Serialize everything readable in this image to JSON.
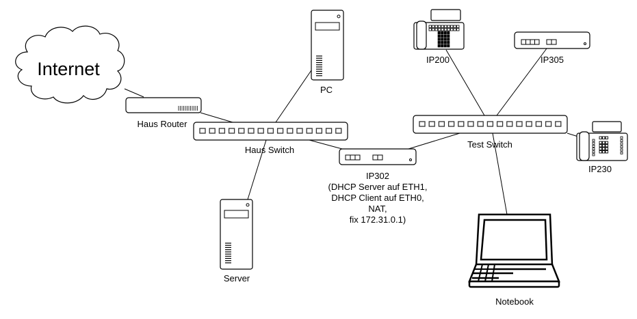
{
  "diagram": {
    "type": "network-topology",
    "nodes": {
      "internet": {
        "label": "Internet",
        "kind": "cloud"
      },
      "haus_router": {
        "label": "Haus Router",
        "kind": "router"
      },
      "haus_switch": {
        "label": "Haus Switch",
        "kind": "switch"
      },
      "pc": {
        "label": "PC",
        "kind": "tower"
      },
      "server": {
        "label": "Server",
        "kind": "tower"
      },
      "ip302": {
        "label": "IP302",
        "kind": "gateway",
        "notes": [
          "(DHCP Server auf ETH1,",
          "DHCP Client auf ETH0,",
          "NAT,",
          "fix 172.31.0.1)"
        ]
      },
      "test_switch": {
        "label": "Test Switch",
        "kind": "switch"
      },
      "ip200": {
        "label": "IP200",
        "kind": "phone"
      },
      "ip305": {
        "label": "IP305",
        "kind": "gateway"
      },
      "ip230": {
        "label": "IP230",
        "kind": "phone"
      },
      "notebook": {
        "label": "Notebook",
        "kind": "laptop"
      }
    },
    "edges": [
      [
        "internet",
        "haus_router"
      ],
      [
        "haus_router",
        "haus_switch"
      ],
      [
        "pc",
        "haus_switch"
      ],
      [
        "server",
        "haus_switch"
      ],
      [
        "haus_switch",
        "ip302"
      ],
      [
        "ip302",
        "test_switch"
      ],
      [
        "ip200",
        "test_switch"
      ],
      [
        "ip305",
        "test_switch"
      ],
      [
        "ip230",
        "test_switch"
      ],
      [
        "notebook",
        "test_switch"
      ]
    ]
  }
}
